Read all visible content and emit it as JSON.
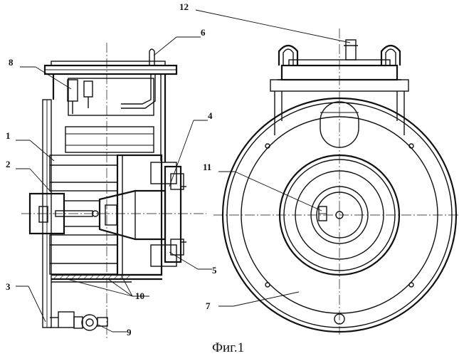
{
  "figure": {
    "caption": "Фиг.1"
  },
  "callouts": [
    {
      "id": "c1",
      "label": "1"
    },
    {
      "id": "c2",
      "label": "2"
    },
    {
      "id": "c3",
      "label": "3"
    },
    {
      "id": "c4",
      "label": "4"
    },
    {
      "id": "c5",
      "label": "5"
    },
    {
      "id": "c6",
      "label": "6"
    },
    {
      "id": "c7",
      "label": "7"
    },
    {
      "id": "c8",
      "label": "8"
    },
    {
      "id": "c9",
      "label": "9"
    },
    {
      "id": "c10",
      "label": "10"
    },
    {
      "id": "c11",
      "label": "11"
    },
    {
      "id": "c12",
      "label": "12"
    }
  ]
}
